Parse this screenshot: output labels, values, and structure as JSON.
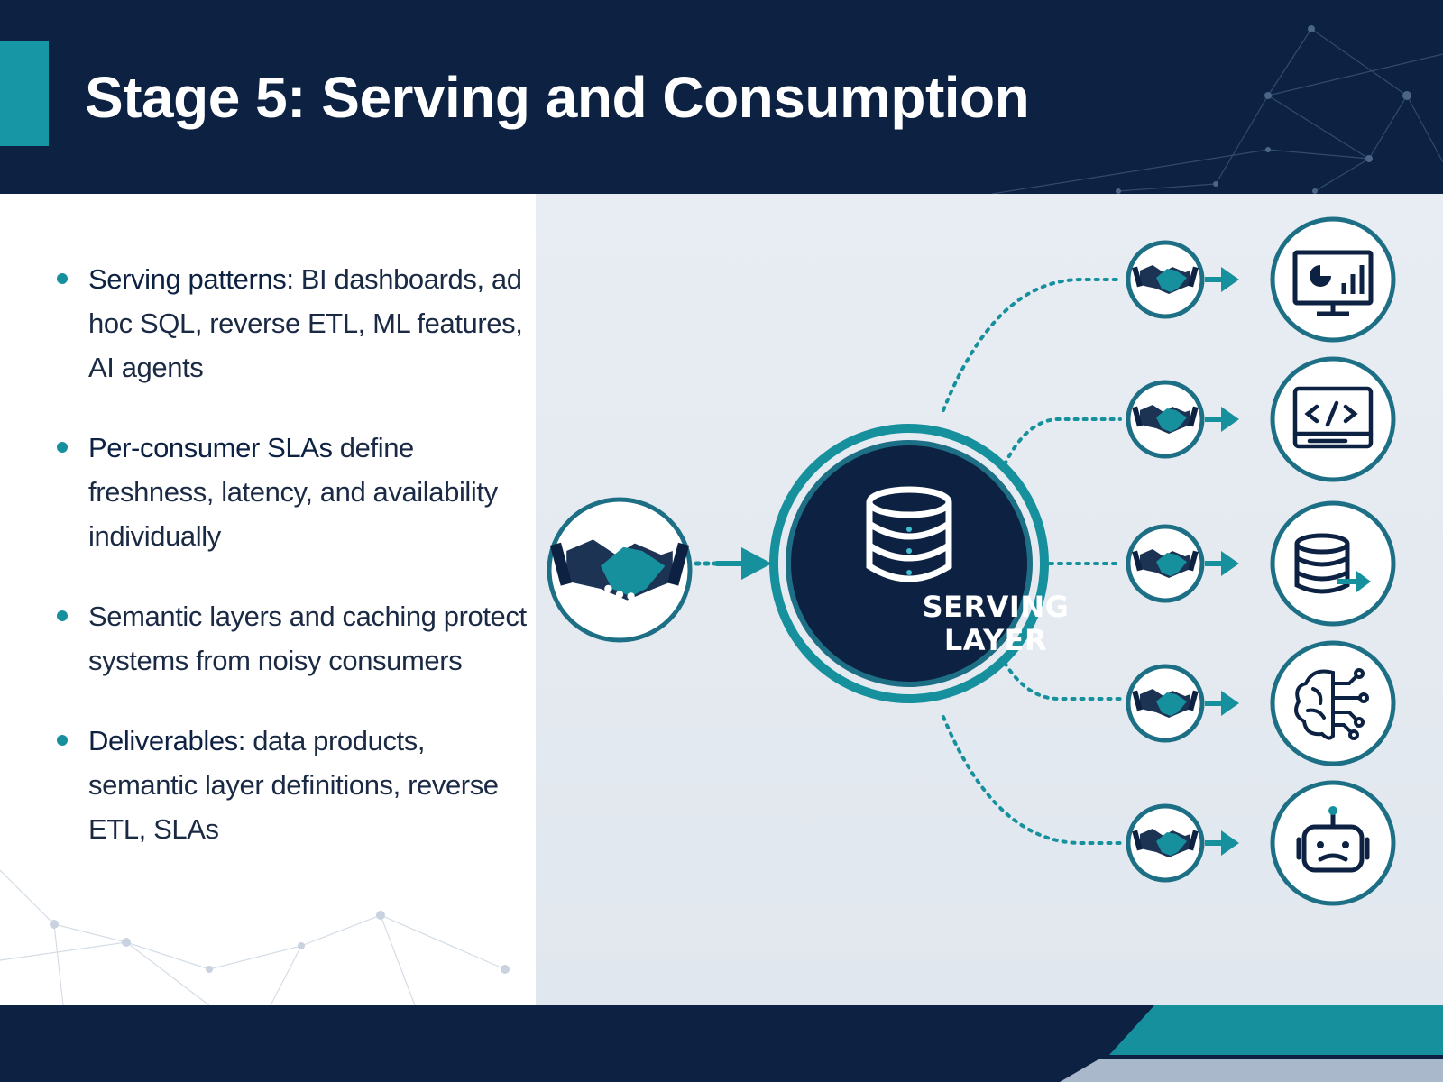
{
  "header": {
    "title": "Stage 5: Serving and Consumption"
  },
  "bullets": [
    {
      "strong": "Serving patterns:",
      "rest": " BI dashboards, ad hoc SQL, reverse ETL, ML features, AI agents"
    },
    {
      "strong": "Per-consumer SLAs",
      "rest": " define freshness, latency, and availability individually"
    },
    {
      "strong": "",
      "rest": "Semantic layers and caching protect systems from noisy consumers"
    },
    {
      "strong": "Deliverables:",
      "rest": " data products, semantic layer definitions, reverse ETL, SLAs"
    }
  ],
  "diagram": {
    "center_label_line1": "SERVING",
    "center_label_line2": "LAYER",
    "center_icon": "database-icon",
    "source_icon": "handshake-icon",
    "contract_icon": "handshake-icon",
    "consumers": [
      {
        "icon": "dashboard-monitor-icon"
      },
      {
        "icon": "code-terminal-icon"
      },
      {
        "icon": "database-export-icon"
      },
      {
        "icon": "brain-circuit-icon"
      },
      {
        "icon": "robot-icon"
      }
    ]
  },
  "colors": {
    "navy": "#0d2242",
    "teal": "#17909e",
    "panel_bg": "#e4e9ef",
    "text": "#1b2a44"
  }
}
